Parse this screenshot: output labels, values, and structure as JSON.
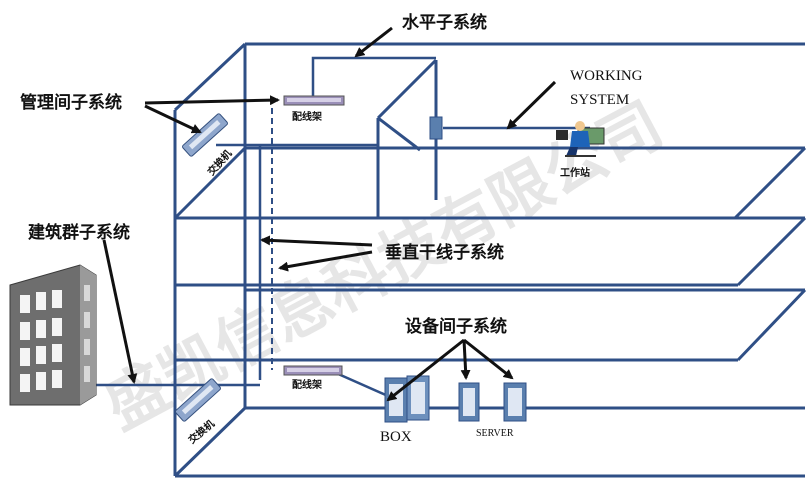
{
  "labels": {
    "horizontal_subsystem": "水平子系统",
    "management_subsystem": "管理间子系统",
    "working_line1": "WORKING",
    "working_line2": "SYSTEM",
    "workstation": "工作站",
    "building_group_subsystem": "建筑群子系统",
    "vertical_subsystem": "垂直干线子系统",
    "equipment_subsystem": "设备间子系统",
    "patch_panel_top": "配线架",
    "patch_panel_bottom": "配线架",
    "switch_top": "交换机",
    "switch_bottom": "交换机",
    "box": "BOX",
    "server": "SERVER"
  },
  "watermark": "盛凯信息科技有限公司",
  "colors": {
    "structure": "#2f4f86",
    "arrow": "#111111",
    "building": "#6e6e6e",
    "window": "#f4f4f4",
    "patch_panel": "#9a8fb8",
    "server": "#5a7fae"
  }
}
